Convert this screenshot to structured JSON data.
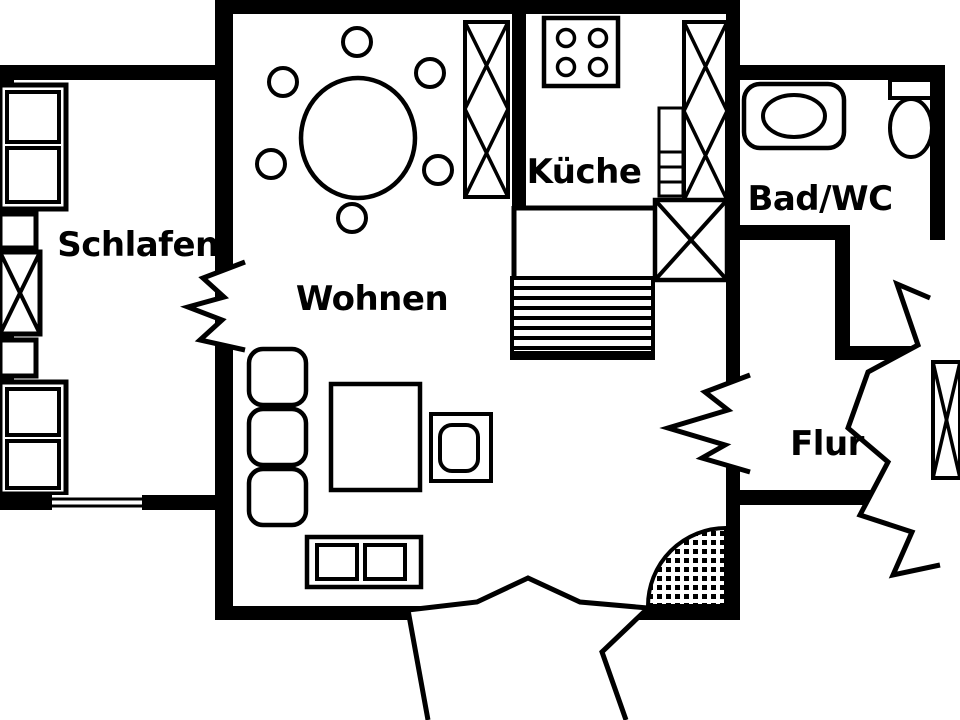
{
  "floorplan": {
    "rooms": [
      {
        "id": "schlafen",
        "label": "Schlafen"
      },
      {
        "id": "wohnen",
        "label": "Wohnen"
      },
      {
        "id": "kueche",
        "label": "Küche"
      },
      {
        "id": "bad_wc",
        "label": "Bad/WC"
      },
      {
        "id": "flur",
        "label": "Flur"
      }
    ],
    "colors": {
      "wall": "#000000",
      "floor": "#ffffff",
      "line": "#000000"
    },
    "furniture": {
      "schlafen": [
        "bed",
        "nightstand",
        "wardrobe-x",
        "nightstand",
        "bed",
        "window"
      ],
      "wohnen": [
        "round-dining-table",
        "six-chairs",
        "tall-cabinet-x",
        "sofa-3-seat",
        "coffee-table",
        "armchair",
        "tv-board"
      ],
      "kueche": [
        "stove-4-burners",
        "radiator",
        "tall-cabinet-x",
        "corner-counter-x"
      ],
      "bad_wc": [
        "washbasin",
        "toilet"
      ],
      "flur": [
        "hatched-door-mat",
        "window-x"
      ]
    }
  }
}
